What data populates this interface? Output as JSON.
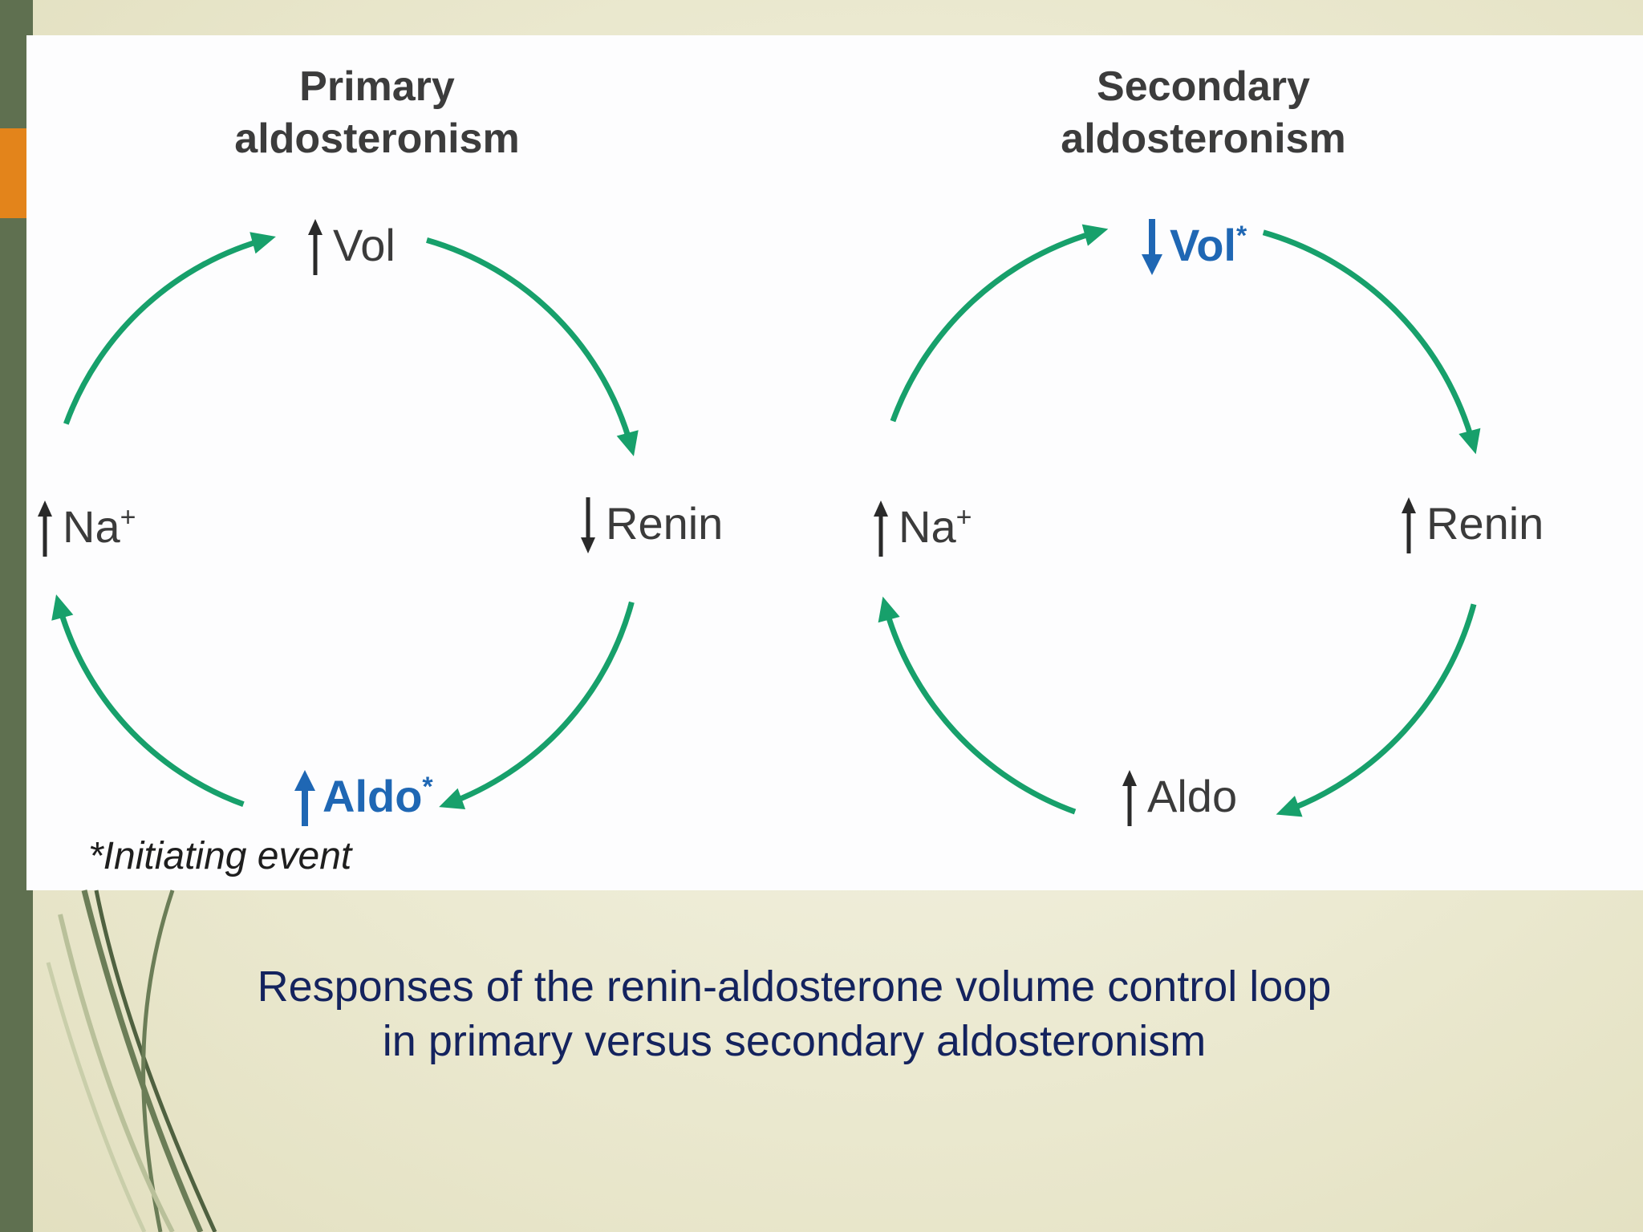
{
  "diagrams": [
    {
      "title_line1": "Primary",
      "title_line2": "aldosteronism",
      "nodes": {
        "top": {
          "arrow": "up",
          "label": "Vol",
          "suffix": "",
          "highlight": false
        },
        "right": {
          "arrow": "down",
          "label": "Renin",
          "suffix": "",
          "highlight": false
        },
        "bottom": {
          "arrow": "up",
          "label": "Aldo",
          "suffix": "*",
          "highlight": true
        },
        "left": {
          "arrow": "up",
          "label": "Na",
          "suffix": "+",
          "highlight": false
        }
      }
    },
    {
      "title_line1": "Secondary",
      "title_line2": "aldosteronism",
      "nodes": {
        "top": {
          "arrow": "down",
          "label": "Vol",
          "suffix": "*",
          "highlight": true
        },
        "right": {
          "arrow": "up",
          "label": "Renin",
          "suffix": "",
          "highlight": false
        },
        "bottom": {
          "arrow": "up",
          "label": "Aldo",
          "suffix": "",
          "highlight": false
        },
        "left": {
          "arrow": "up",
          "label": "Na",
          "suffix": "+",
          "highlight": false
        }
      }
    }
  ],
  "footnote": "*Initiating event",
  "caption": {
    "line1": "Responses of the renin-aldosterone volume control loop",
    "line2": "in primary  versus secondary aldosteronism"
  },
  "colors": {
    "cycle_arrow": "#17a06b",
    "highlight": "#1f67b4",
    "node_text": "#3b3b3b",
    "caption_text": "#14235e",
    "side_bar": "#5f7050",
    "accent_tab": "#e3841b"
  }
}
